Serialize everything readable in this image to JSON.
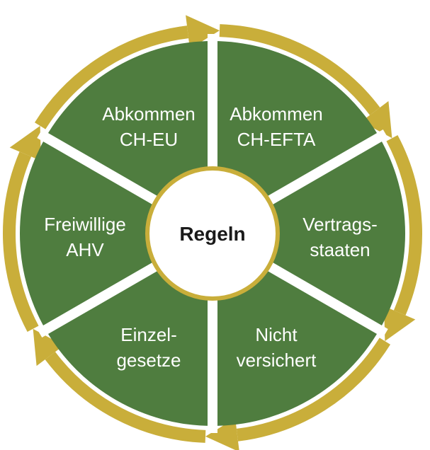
{
  "center": {
    "label": "Regeln"
  },
  "colors": {
    "segment_fill": "#4f7d3f",
    "arrow_ring": "#c9ae3a",
    "center_fill": "#ffffff",
    "center_stroke": "#c9ae3a",
    "gap": "#ffffff"
  },
  "segments": [
    {
      "line1": "Abkommen",
      "line2": "CH-EFTA"
    },
    {
      "line1": "Vertrags-",
      "line2": "staaten"
    },
    {
      "line1": "Nicht",
      "line2": "versichert"
    },
    {
      "line1": "Einzel-",
      "line2": "gesetze"
    },
    {
      "line1": "Freiwillige",
      "line2": "AHV"
    },
    {
      "line1": "Abkommen",
      "line2": "CH-EU"
    }
  ],
  "arrow_direction": "clockwise"
}
